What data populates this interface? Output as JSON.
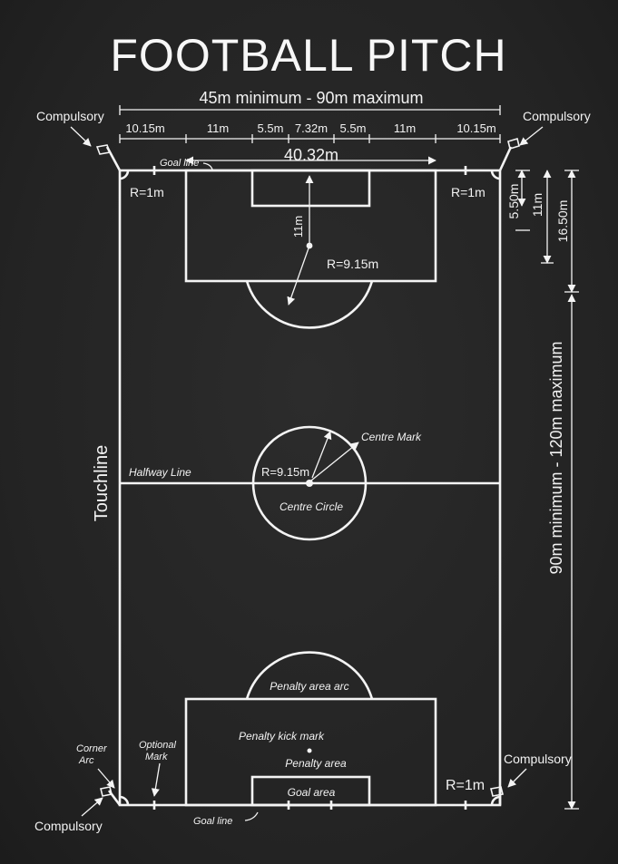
{
  "title": "FOOTBALL PITCH",
  "width_label": "45m minimum -  90m maximum",
  "length_label": "90m minimum - 120m maximum",
  "top_dims": {
    "left": "10.15m",
    "a": "11m",
    "b": "5.5m",
    "c": "7.32m",
    "d": "5.5m",
    "e": "11m",
    "right": "10.15m",
    "box_width": "40.32m"
  },
  "right_dims": {
    "goal_area_depth": "5.50m",
    "penalty_spot": "11m",
    "penalty_area_depth": "16.50m"
  },
  "labels": {
    "compulsory_tl": "Compulsory",
    "compulsory_tr": "Compulsory",
    "compulsory_br": "Compulsory",
    "compulsory_bl": "Compulsory",
    "goal_line_top": "Goal line",
    "goal_line_bottom": "Goal line",
    "corner_r_tl": "R=1m",
    "corner_r_tr": "R=1m",
    "corner_r_br": "R=1m",
    "spot_dist": "11m",
    "arc_radius": "R=9.15m",
    "centre_radius": "R=9.15m",
    "centre_mark": "Centre Mark",
    "centre_circle": "Centre Circle",
    "halfway_line": "Halfway Line",
    "touchline": "Touchline",
    "penalty_area_arc": "Penalty area arc",
    "penalty_kick_mark": "Penalty kick mark",
    "penalty_area": "Penalty area",
    "goal_area": "Goal area",
    "corner_arc_1": "Corner",
    "corner_arc_2": "Arc",
    "optional_mark_1": "Optional",
    "optional_mark_2": "Mark"
  }
}
